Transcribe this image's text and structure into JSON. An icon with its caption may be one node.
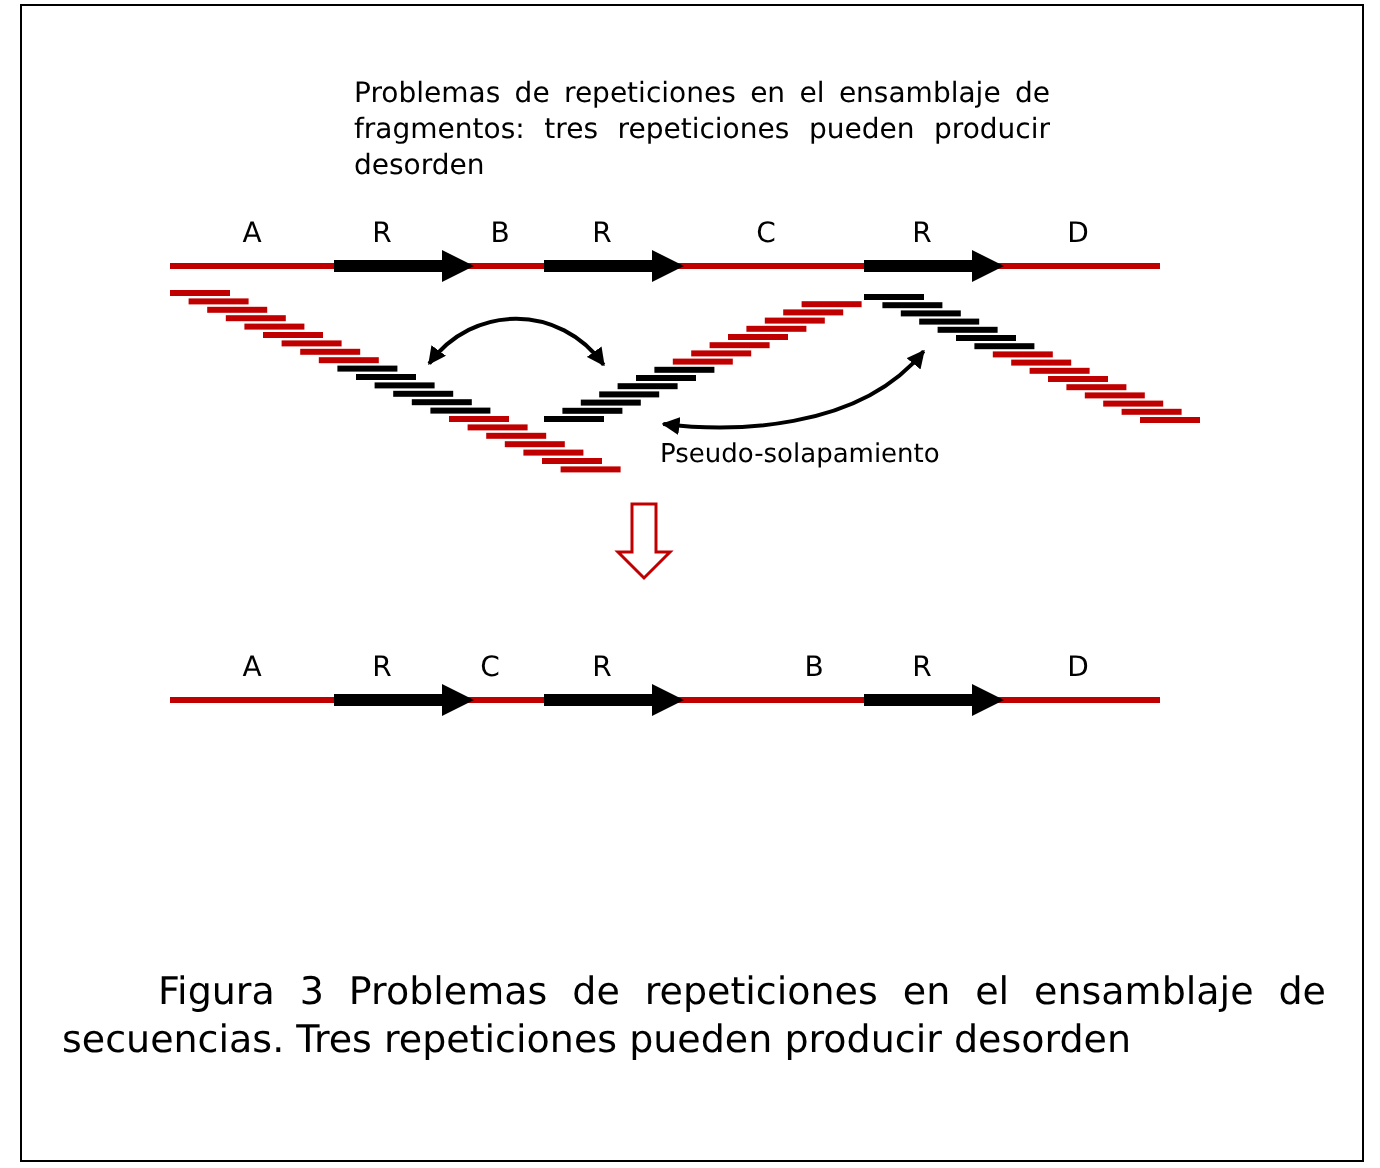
{
  "diagram": {
    "title": "Problemas de repeticiones en el ensamblaje de fragmentos: tres repeticiones pueden producir desorden",
    "caption": "Figura 3 Problemas de repeticiones en el ensamblaje de secuencias. Tres repeticiones pueden producir desorden",
    "nodes": [
      {
        "text": [],
        "shape": "bar"
      },
      {
        "text": [],
        "shape": "bar"
      },
      {
        "text": [],
        "shape": "bar"
      },
      {
        "text": [],
        "shape": "bar",
        "beside": [
          "A",
          "R",
          "B",
          "R",
          "C",
          "R",
          "D"
        ]
      },
      {
        "text": [],
        "shape": "bar",
        "beside": [
          "A",
          "R",
          "C",
          "R",
          "B",
          "R",
          "D"
        ]
      }
    ],
    "edges": [
      {
        "from": 0,
        "to": 1,
        "arrow": "both"
      },
      {
        "from": 1,
        "to": 2,
        "arrow": "both"
      }
    ],
    "labels": [
      "Pseudo-solapamiento"
    ]
  }
}
